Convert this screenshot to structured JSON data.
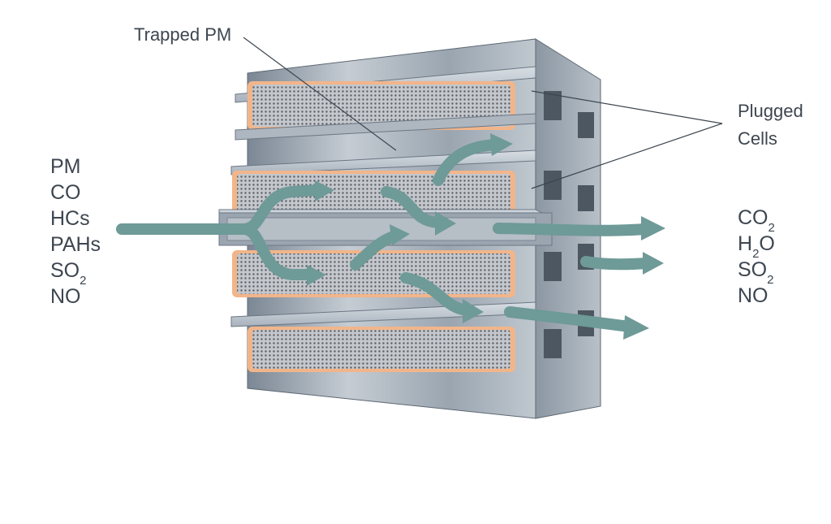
{
  "labels": {
    "trapped_pm": "Trapped PM",
    "plugged_line1": "Plugged",
    "plugged_line2": "Cells"
  },
  "inputs": {
    "items": [
      {
        "text": "PM",
        "sub": ""
      },
      {
        "text": "CO",
        "sub": ""
      },
      {
        "text": "HCs",
        "sub": ""
      },
      {
        "text": "PAHs",
        "sub": ""
      },
      {
        "text": "SO",
        "sub": "2"
      },
      {
        "text": "NO",
        "sub": ""
      }
    ]
  },
  "outputs": {
    "items": [
      {
        "text": "CO",
        "sub": "2",
        "tail": ""
      },
      {
        "text": "H",
        "sub": "2",
        "tail": "O"
      },
      {
        "text": "SO",
        "sub": "2",
        "tail": ""
      },
      {
        "text": "NO",
        "sub": "",
        "tail": ""
      }
    ]
  },
  "colors": {
    "arrow": "#6e9a98",
    "metal_light": "#c9d0d7",
    "metal_mid": "#9aa5b0",
    "metal_dark": "#6b7784",
    "soot": "#8c9097",
    "pm_glow": "#f2b58a",
    "text": "#3d4650"
  }
}
